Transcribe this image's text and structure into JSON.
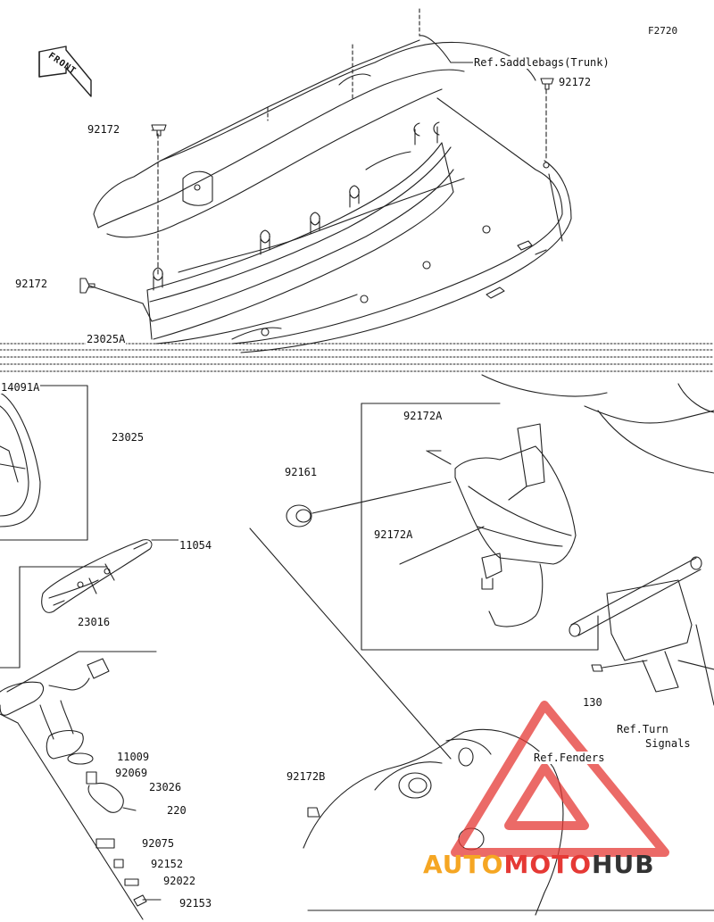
{
  "diagram_code": "F2720",
  "front_label": "FRONT",
  "watermark": {
    "word_part_1": "AUTO",
    "word_part_2": "MOTO",
    "word_part_3": "HUB",
    "colors": {
      "orange": "#f5a623",
      "red": "#e53935",
      "dark": "#333333"
    }
  },
  "part_labels": {
    "p92172_top_left": "92172",
    "p92172_top_right": "92172",
    "p92172_left": "92172",
    "p23025A": "23025A",
    "p14091A": "14091A",
    "p23025": "23025",
    "p11054": "11054",
    "p23016": "23016",
    "p11009": "11009",
    "p92069": "92069",
    "p23026": "23026",
    "p220": "220",
    "p92075": "92075",
    "p92152": "92152",
    "p92022": "92022",
    "p92153": "92153",
    "p92161": "92161",
    "p92172A_upper": "92172A",
    "p92172A_lower": "92172A",
    "p92172B": "92172B",
    "p130": "130"
  },
  "references": {
    "saddlebags": "Ref.Saddlebags(Trunk)",
    "fenders": "Ref.Fenders",
    "turn_signals_1": "Ref.Turn",
    "turn_signals_2": "Signals"
  }
}
